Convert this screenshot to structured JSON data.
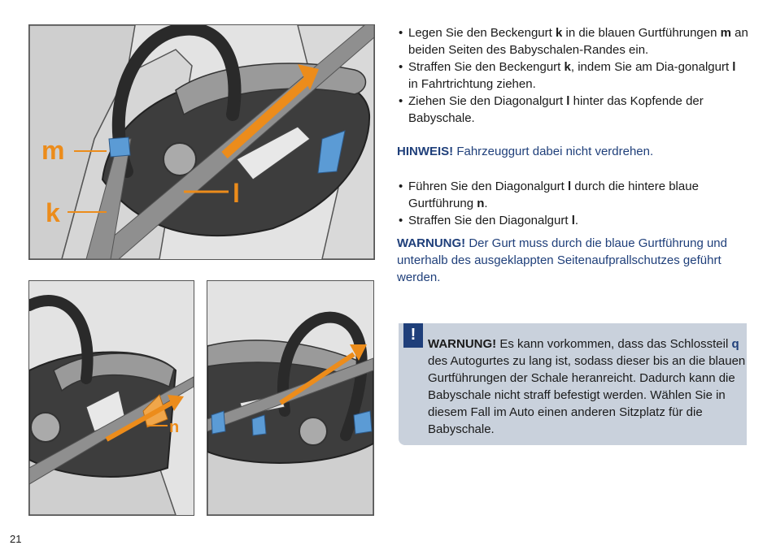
{
  "figures": {
    "top_labels": {
      "m": "m",
      "k": "k",
      "l": "l"
    },
    "bottom_left_label": "n"
  },
  "list1": [
    {
      "parts": [
        {
          "t": "Legen Sie den Beckengurt "
        },
        {
          "t": "k",
          "b": true
        },
        {
          "t": " in die blauen Gurtführungen "
        },
        {
          "t": "m",
          "b": true
        },
        {
          "t": " an beiden Seiten des Babyschalen-Randes ein."
        }
      ]
    },
    {
      "parts": [
        {
          "t": "Straffen Sie den Beckengurt "
        },
        {
          "t": "k",
          "b": true
        },
        {
          "t": ", indem Sie am Dia-gonalgurt "
        },
        {
          "t": "l",
          "b": true
        },
        {
          "t": " in Fahrtrichtung ziehen."
        }
      ]
    },
    {
      "parts": [
        {
          "t": "Ziehen Sie den Diagonalgurt "
        },
        {
          "t": "l",
          "b": true
        },
        {
          "t": " hinter das Kopfende der Babyschale."
        }
      ]
    }
  ],
  "hinweis": {
    "label": "HINWEIS!",
    "text": " Fahrzeuggurt dabei nicht verdrehen."
  },
  "list2": [
    {
      "parts": [
        {
          "t": "Führen Sie den Diagonalgurt "
        },
        {
          "t": "l",
          "b": true
        },
        {
          "t": " durch die hintere blaue Gurtführung "
        },
        {
          "t": "n",
          "b": true
        },
        {
          "t": "."
        }
      ]
    },
    {
      "parts": [
        {
          "t": "Straffen Sie den Diagonalgurt "
        },
        {
          "t": "l",
          "b": true
        },
        {
          "t": "."
        }
      ]
    }
  ],
  "warning1": {
    "label": "WARNUNG!",
    "text": " Der Gurt muss durch die blaue Gurtführung und unterhalb des ausgeklappten Seitenaufprallschutzes geführt werden."
  },
  "warnbox": {
    "icon": "!",
    "parts": [
      {
        "t": "WARNUNG!",
        "b": true
      },
      {
        "t": " Es kann vorkommen, dass das Schlossteil "
      },
      {
        "t": "q",
        "b": true,
        "blue": true
      },
      {
        "t": " des Autogurtes zu lang ist, sodass dieser bis an die blauen Gurtführungen der Schale heranreicht. Dadurch kann die Babyschale nicht straff befestigt werden. Wählen Sie in diesem Fall im Auto einen anderen Sitzplatz für die Babyschale."
      }
    ]
  },
  "page_number": "21",
  "colors": {
    "accent_orange": "#ec8c1b",
    "guide_blue": "#5b9bd5",
    "text_blue": "#1f3f7a",
    "box_bg": "#c9d1dc"
  }
}
